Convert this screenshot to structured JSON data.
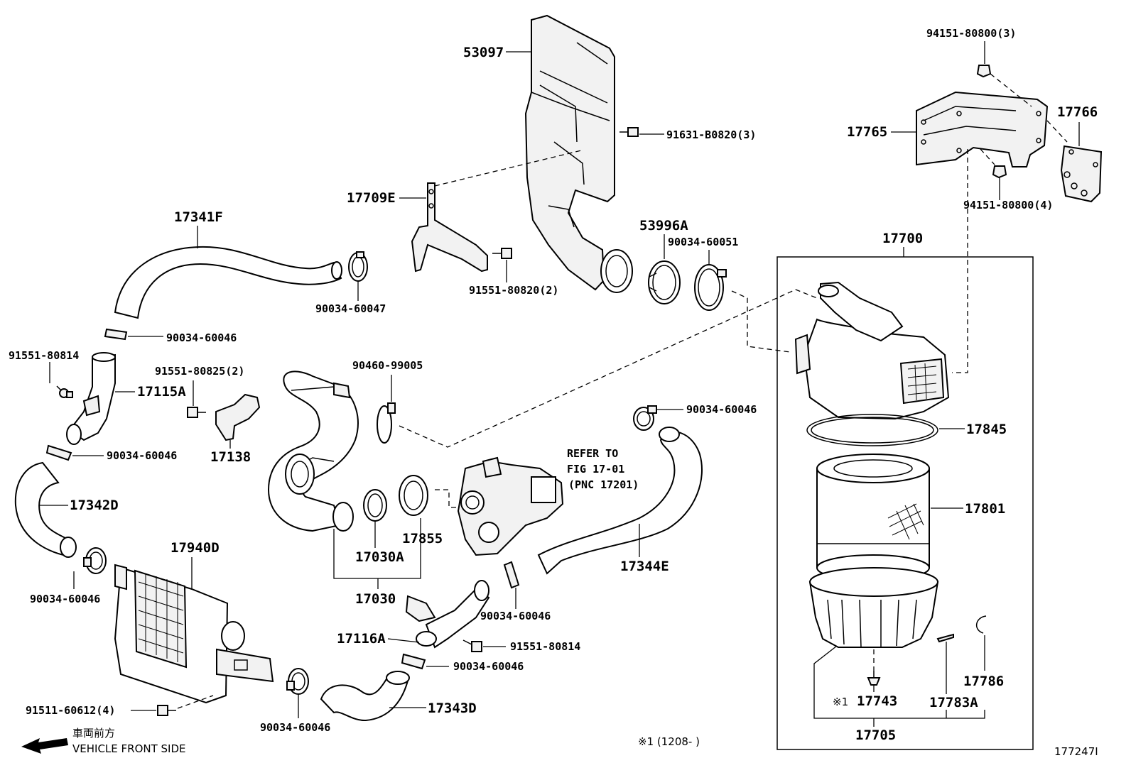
{
  "labels": {
    "p53097": "53097",
    "p91631": "91631-B0820(3)",
    "p17709E": "17709E",
    "p91551_80820": "91551-80820(2)",
    "p53996A": "53996A",
    "p90034_60051": "90034-60051",
    "p17341F": "17341F",
    "p90034_60047": "90034-60047",
    "p90034_60046_a": "90034-60046",
    "p91551_80814_a": "91551-80814",
    "p17115A": "17115A",
    "p91551_80825": "91551-80825(2)",
    "p17138": "17138",
    "p90034_60046_b": "90034-60046",
    "p17342D": "17342D",
    "p90460": "90460-99005",
    "p90034_60046_c": "90034-60046",
    "p17855": "17855",
    "p17030A": "17030A",
    "p17030": "17030",
    "p17344E": "17344E",
    "p17940D": "17940D",
    "p90034_60046_d": "90034-60046",
    "p90034_60046_e": "90034-60046",
    "p17116A": "17116A",
    "p91551_80814_b": "91551-80814",
    "p90034_60046_f": "90034-60046",
    "p17343D": "17343D",
    "p91511": "91511-60612(4)",
    "p90034_60046_g": "90034-60046",
    "p94151_top": "94151-80800(3)",
    "p17766": "17766",
    "p17765": "17765",
    "p94151_bot": "94151-80800(4)",
    "p17700": "17700",
    "p17845": "17845",
    "p17801": "17801",
    "p17786": "17786",
    "p17743": "17743",
    "p17743_mark": "※1",
    "p17783A": "17783A",
    "p17705": "17705"
  },
  "refer": {
    "line1": "REFER TO",
    "line2": "FIG 17-01",
    "line3": "(PNC 17201)"
  },
  "footnote": "※1 (1208-       )",
  "vehicle_front": {
    "jp": "車両前方",
    "en": "VEHICLE FRONT SIDE"
  },
  "diagram_id": "177247I"
}
